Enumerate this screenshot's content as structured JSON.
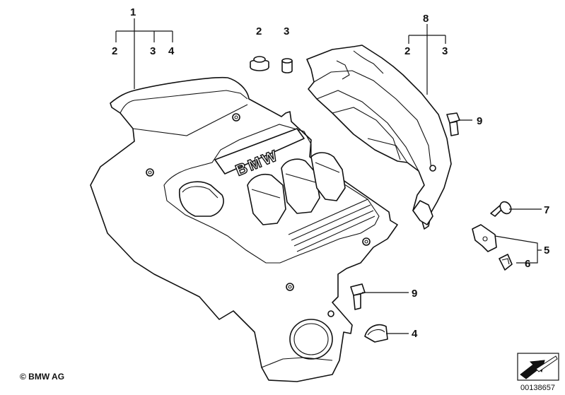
{
  "callouts": {
    "c1": "1",
    "c2a": "2",
    "c3a": "3",
    "c4a": "4",
    "c2b": "2",
    "c3b": "3",
    "c8": "8",
    "c2c": "2",
    "c3c": "3",
    "c9a": "9",
    "c7": "7",
    "c5": "5",
    "c6": "6",
    "c9b": "9",
    "c4b": "4"
  },
  "engine_logo": "BMW",
  "copyright": "© BMW AG",
  "reference_number": "00138657",
  "colors": {
    "ink": "#111111",
    "background": "#ffffff"
  }
}
